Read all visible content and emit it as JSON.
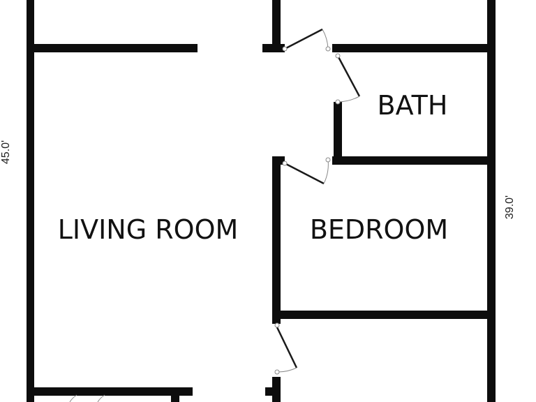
{
  "rooms": {
    "bath": "BATH",
    "bedroom": "BEDROOM",
    "living": "LIVING ROOM"
  },
  "dimensions": {
    "left": "45.0'",
    "right": "39.0'"
  },
  "colors": {
    "wall": "#0d0d0d",
    "door": "#1a1a1a",
    "background": "#ffffff"
  }
}
